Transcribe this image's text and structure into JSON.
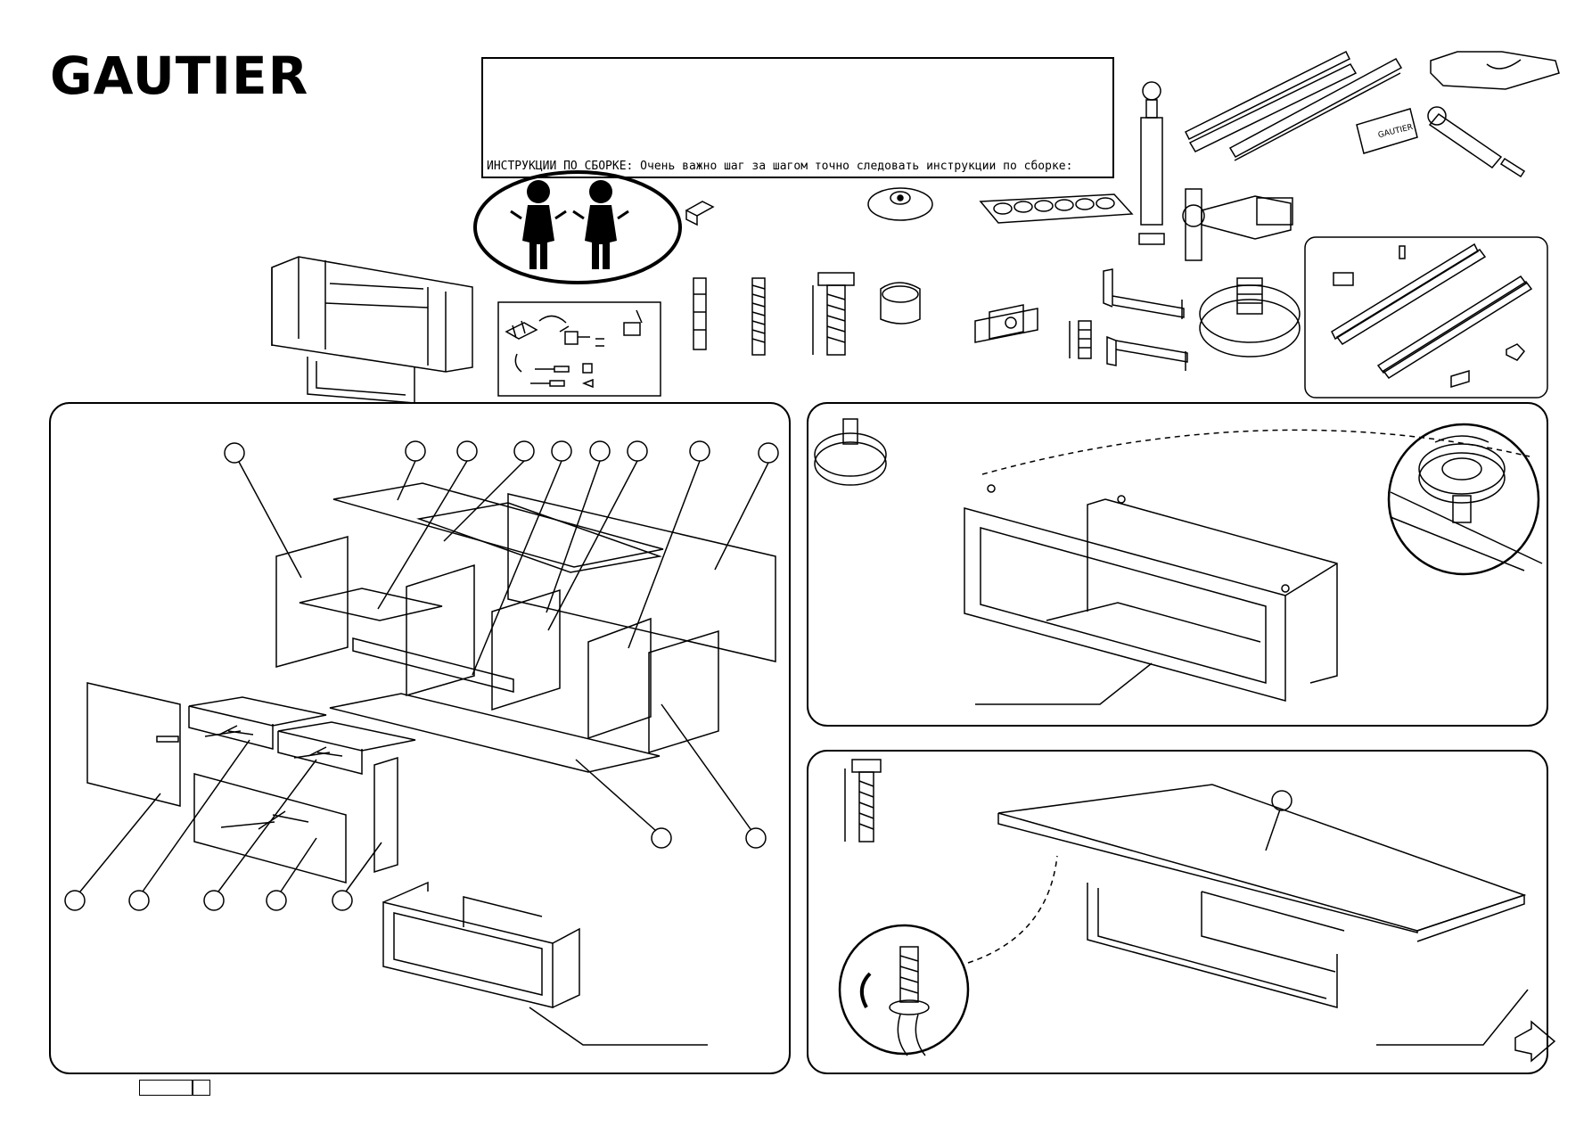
{
  "brand": {
    "logo_text": "GAUTIER"
  },
  "instructions": {
    "text": "ИНСТРУКЦИИ ПО СБОРКЕ: Очень важно шаг за шагом точно следовать инструкции по сборке:"
  },
  "hardware": {
    "drawer_slide_label": "GAUTIER"
  },
  "colors": {
    "line": "#000000",
    "background": "#ffffff",
    "panel_fill": "#ffffff"
  },
  "icons": [
    "two-person-icon",
    "tools-icon",
    "hammer-icon",
    "screwdriver-icon",
    "allen-key-icon",
    "cam-lock-icon",
    "dowel-icon",
    "screw-icon",
    "hinge-icon",
    "drawer-slide-icon",
    "glide-foot-icon",
    "next-arrow-icon",
    "rotate-arrow-icon"
  ]
}
